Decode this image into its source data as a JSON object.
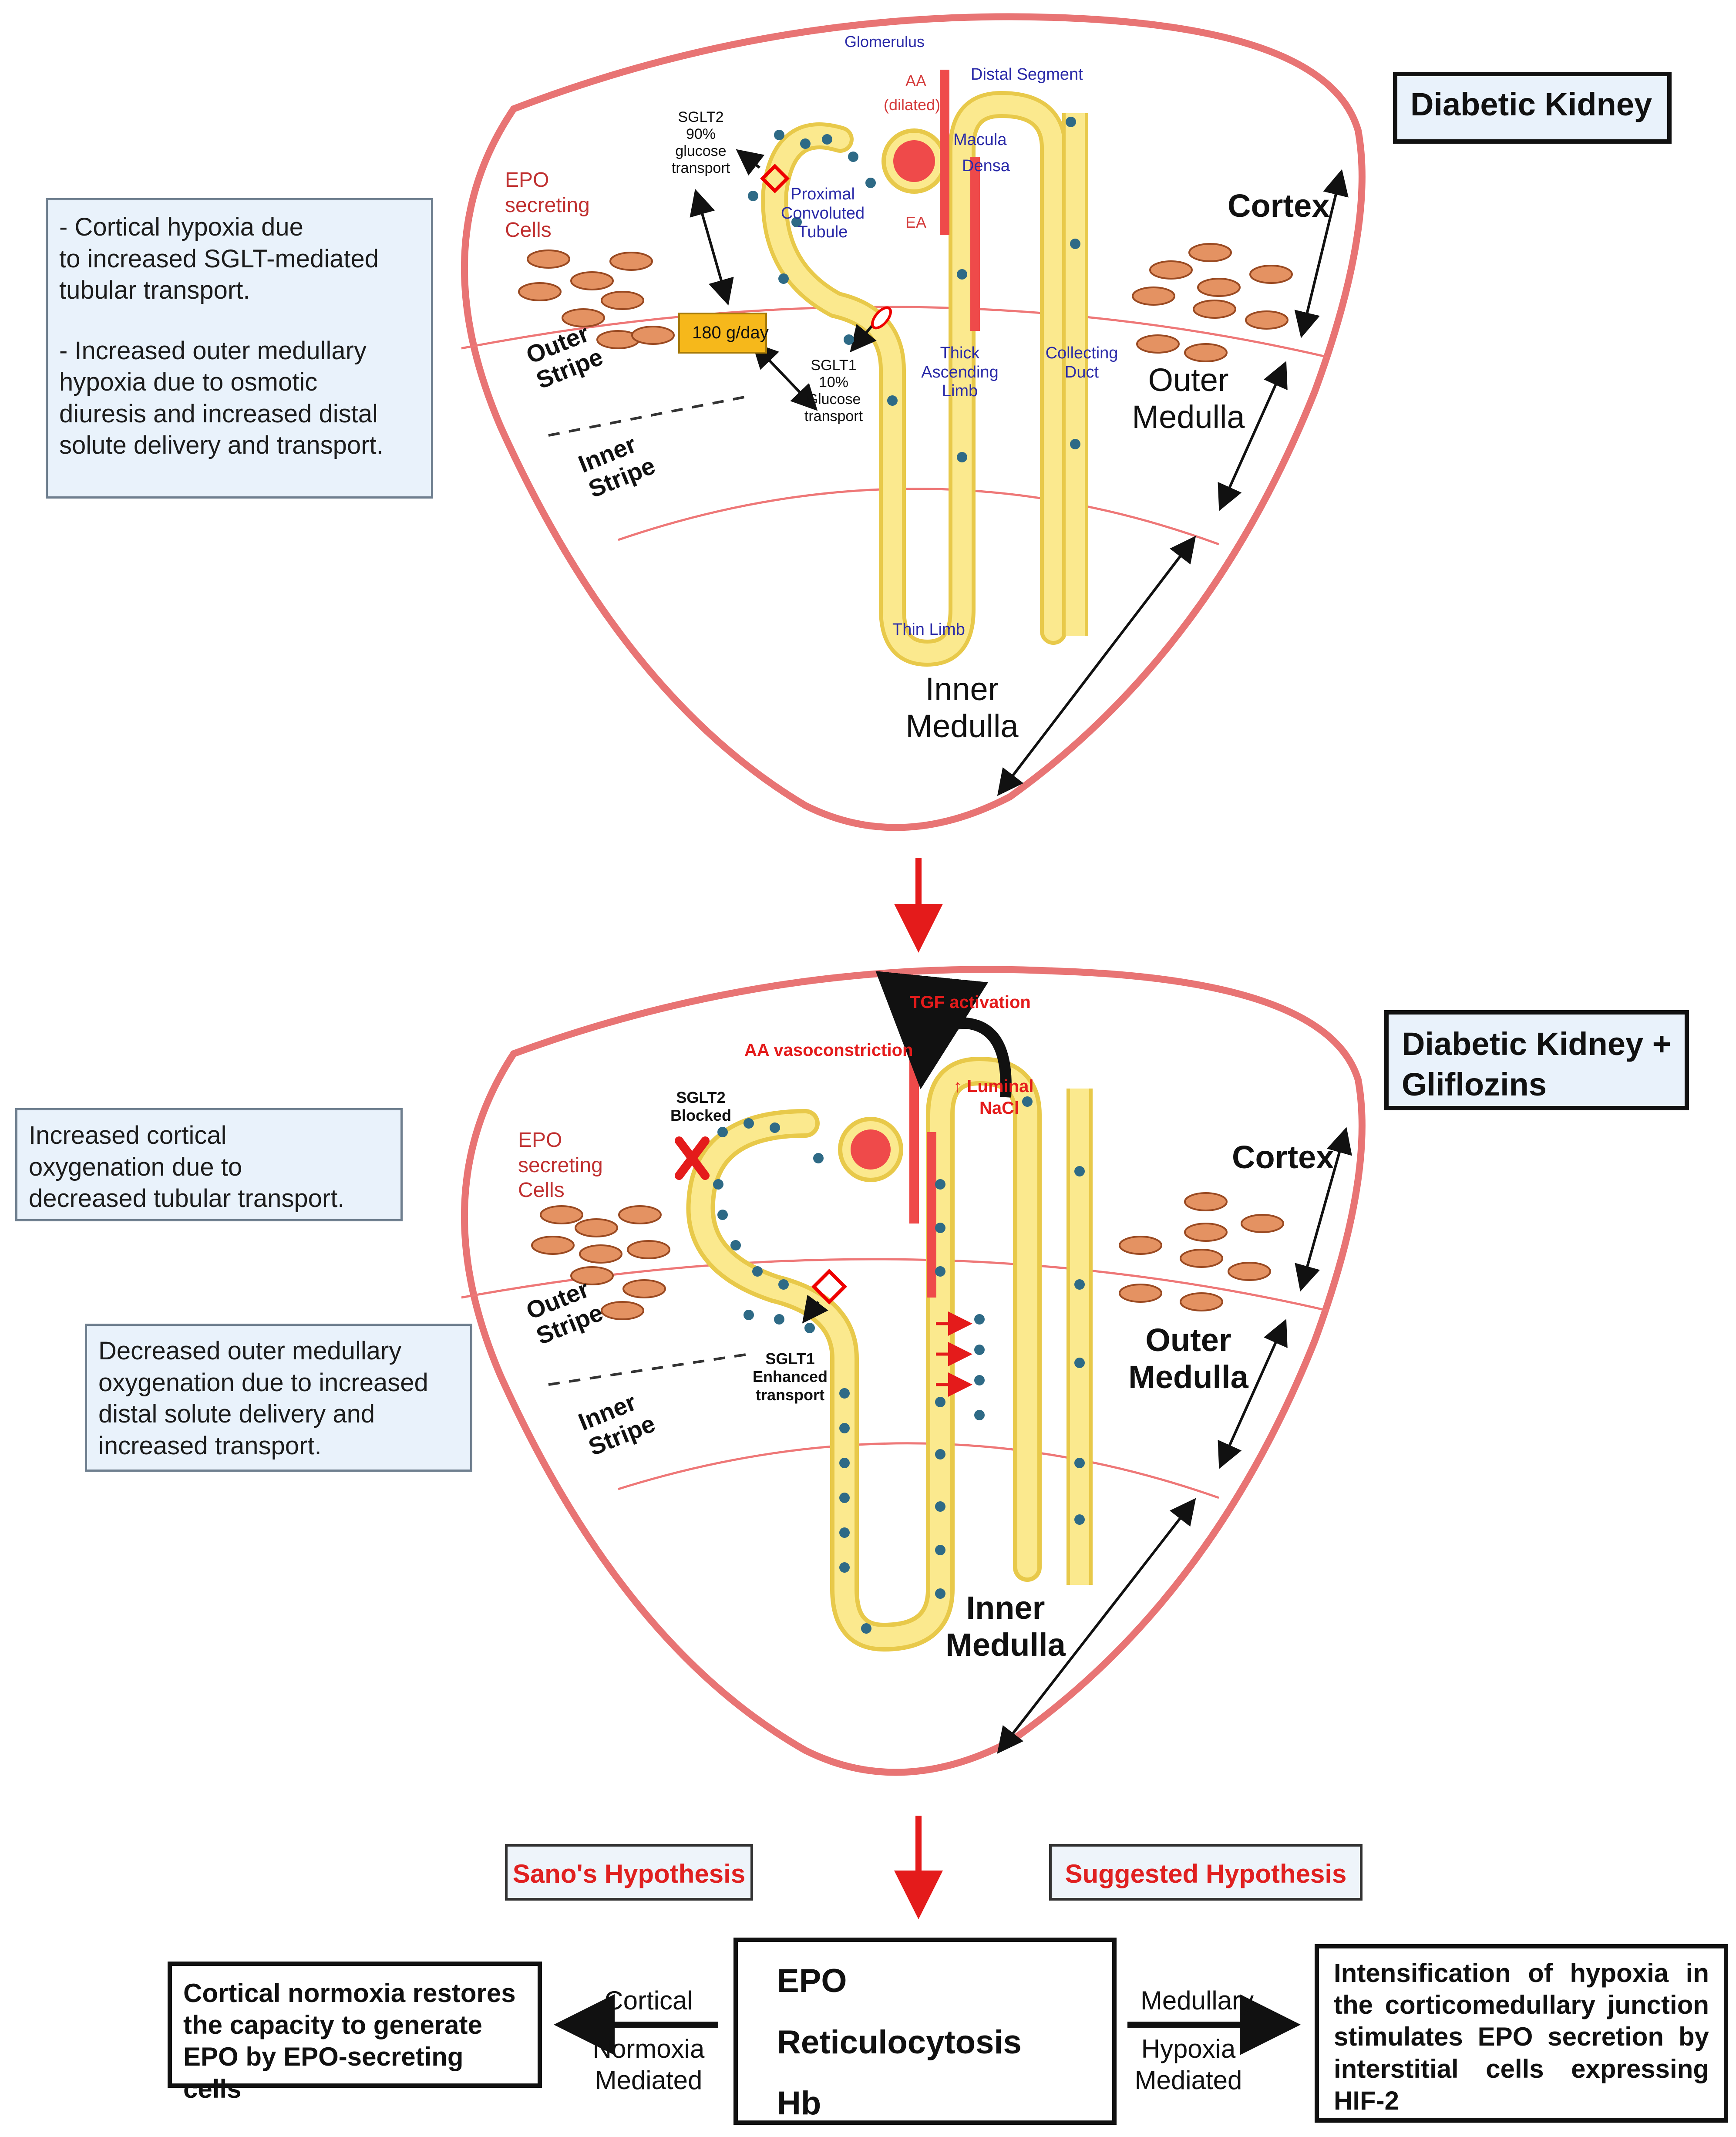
{
  "top_panel": {
    "title": "Diabetic Kidney",
    "note_lines": [
      "- Cortical hypoxia due",
      "to increased SGLT-mediated",
      "tubular transport.",
      "",
      "- Increased outer medullary",
      "hypoxia due to osmotic",
      "diuresis and increased distal",
      "solute delivery and transport."
    ],
    "labels": {
      "glomerulus": "Glomerulus",
      "aa": "AA",
      "aa_dilated": "(dilated)",
      "ea": "EA",
      "distal_segment": "Distal Segment",
      "macula_densa_1": "Macula",
      "macula_densa_2": "Densa",
      "sglt2_1": "SGLT2",
      "sglt2_2": "90%",
      "sglt2_3": "glucose",
      "sglt2_4": "transport",
      "pct_1": "Proximal",
      "pct_2": "Convoluted",
      "pct_3": "Tubule",
      "epo_1": "EPO",
      "epo_2": "secreting",
      "epo_3": "Cells",
      "filtered": "180 g/day",
      "sglt1_1": "SGLT1",
      "sglt1_2": "10%",
      "sglt1_3": "Glucose",
      "sglt1_4": "transport",
      "thick_1": "Thick",
      "thick_2": "Ascending",
      "thick_3": "Limb",
      "collecting_1": "Collecting",
      "collecting_2": "Duct",
      "thin_limb": "Thin Limb",
      "outer_stripe_1": "Outer",
      "outer_stripe_2": "Stripe",
      "inner_stripe_1": "Inner",
      "inner_stripe_2": "Stripe",
      "cortex": "Cortex",
      "outer_medulla_1": "Outer",
      "outer_medulla_2": "Medulla",
      "inner_medulla_1": "Inner",
      "inner_medulla_2": "Medulla"
    }
  },
  "bottom_panel": {
    "title_line1": "Diabetic Kidney +",
    "title_line2": "Gliflozins",
    "note1_lines": [
      "Increased cortical",
      "oxygenation due to",
      "decreased tubular transport."
    ],
    "note2_lines": [
      "Decreased outer medullary",
      "oxygenation due to increased",
      "distal solute delivery and",
      "increased transport."
    ],
    "labels": {
      "tgf": "TGF activation",
      "aa_vaso": "AA vasoconstriction",
      "luminal_1": "↑ Luminal",
      "luminal_2": "NaCl",
      "sglt2_1": "SGLT2",
      "sglt2_2": "Blocked",
      "epo_1": "EPO",
      "epo_2": "secreting",
      "epo_3": "Cells",
      "sglt1_1": "SGLT1",
      "sglt1_2": "Enhanced",
      "sglt1_3": "transport",
      "outer_stripe_1": "Outer",
      "outer_stripe_2": "Stripe",
      "inner_stripe_1": "Inner",
      "inner_stripe_2": "Stripe",
      "cortex": "Cortex",
      "outer_medulla_1": "Outer",
      "outer_medulla_2": "Medulla",
      "inner_medulla_1": "Inner",
      "inner_medulla_2": "Medulla"
    }
  },
  "hypotheses": {
    "sano": "Sano's Hypothesis",
    "suggested": "Suggested Hypothesis"
  },
  "outcome": {
    "center_lines": [
      "EPO",
      "Reticulocytosis",
      "Hb"
    ],
    "left_arrow_1": "Cortical",
    "left_arrow_2": "Normoxia",
    "left_arrow_3": "Mediated",
    "right_arrow_1": "Medullary",
    "right_arrow_2": "Hypoxia",
    "right_arrow_3": "Mediated",
    "left_box_lines": [
      "Cortical normoxia restores",
      "the capacity to generate",
      "EPO by EPO-secreting cells"
    ],
    "right_box_lines": [
      "Intensification of hypoxia in",
      "the corticomedullary junction",
      "stimulates EPO secretion by",
      "interstitial cells expressing",
      "HIF-2"
    ]
  },
  "colors": {
    "kidney_outline": "#e87474",
    "tubule_fill": "#fbe98e",
    "tubule_edge": "#e8c94a",
    "vessel": "#ef4a4a",
    "dot": "#2e6a86",
    "red_arrow": "#e41b1b",
    "label_blue": "#2a2aa8",
    "label_red": "#d43a3a",
    "epo_cell": "#e49262",
    "orange_box": "#f6b81b"
  }
}
